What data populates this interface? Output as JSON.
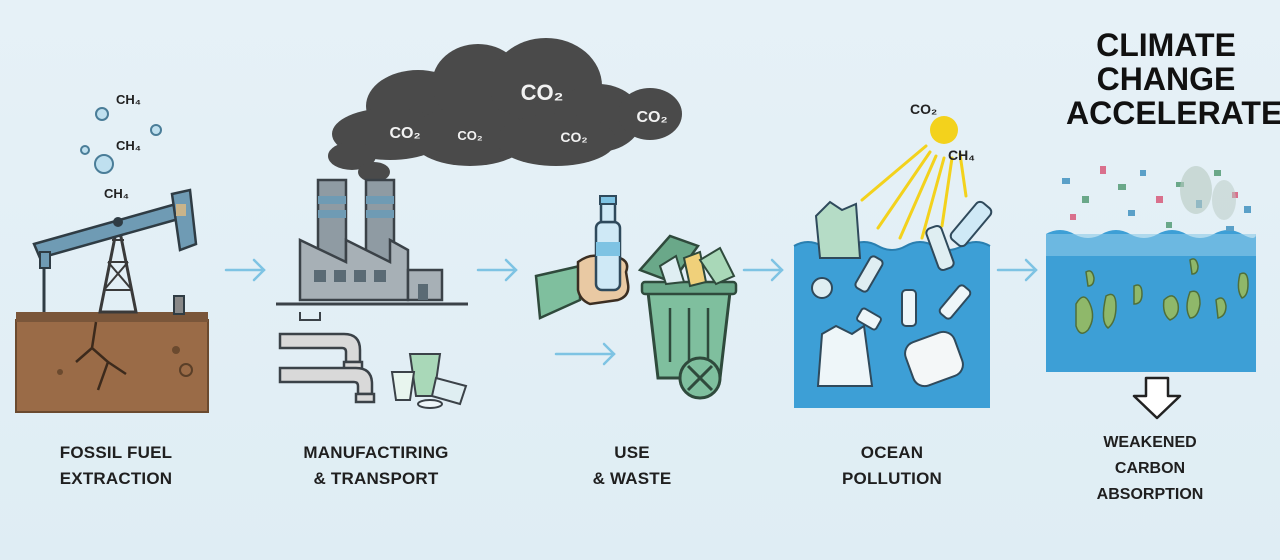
{
  "title": {
    "line1": "CLIMATE",
    "line2": "CHANGE",
    "line3": "ACCELERATED"
  },
  "stages": [
    {
      "line1": "FOSSIL FUEL",
      "line2": "EXTRACTION"
    },
    {
      "line1": "MANUFACTIRING",
      "line2": "& TRANSPORT"
    },
    {
      "line1": "USE",
      "line2": "& WASTE"
    },
    {
      "line1": "OCEAN",
      "line2": "POLLUTION"
    }
  ],
  "outcome": {
    "line1": "WEAKENED",
    "line2": "CARBON",
    "line3": "ABSORPTION"
  },
  "gases": {
    "methane": "CH₄",
    "co2": "CO₂"
  },
  "colors": {
    "background": "#e3eff5",
    "soil": "#9a6b47",
    "steel": "#6f9bb4",
    "smoke": "#4a4a4a",
    "ocean": "#3d9fd6",
    "flow_arrow": "#7ec3e3",
    "bin": "#7fbf9e",
    "sun": "#f3d21c"
  }
}
